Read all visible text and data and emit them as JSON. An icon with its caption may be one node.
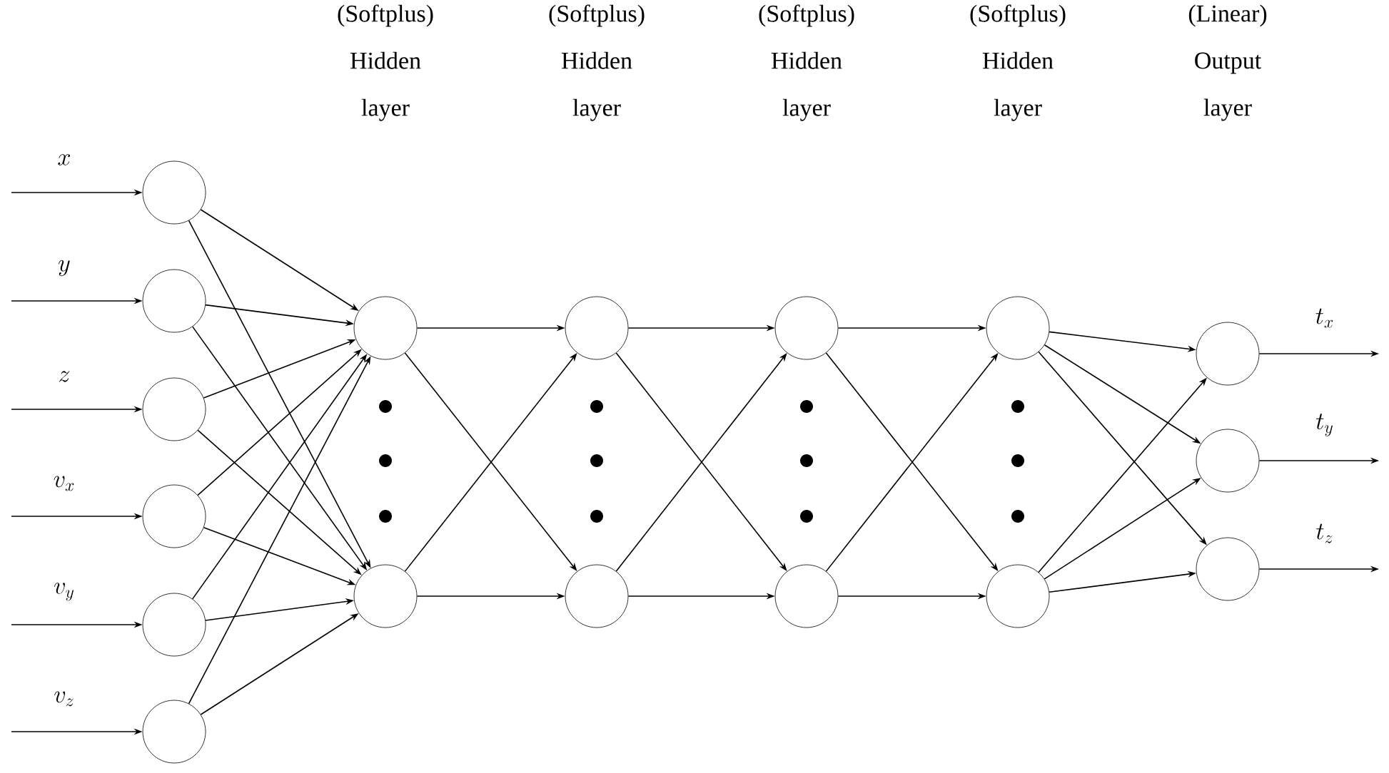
{
  "diagram": {
    "nodes": [
      {
        "text": [],
        "shape": "circle"
      },
      {
        "text": [],
        "shape": "circle"
      },
      {
        "text": [],
        "shape": "circle"
      },
      {
        "text": [],
        "shape": "circle"
      },
      {
        "text": [],
        "shape": "circle"
      },
      {
        "text": [],
        "shape": "circle"
      },
      {
        "text": [],
        "shape": "circle"
      },
      {
        "text": [],
        "shape": "circle"
      },
      {
        "text": [],
        "shape": "circle"
      },
      {
        "text": [],
        "shape": "circle"
      },
      {
        "text": [],
        "shape": "circle"
      },
      {
        "text": [],
        "shape": "circle"
      },
      {
        "text": [],
        "shape": "circle"
      },
      {
        "text": [],
        "shape": "circle"
      },
      {
        "text": [],
        "shape": "circle"
      },
      {
        "text": [],
        "shape": "circle"
      },
      {
        "text": [],
        "shape": "circle"
      }
    ],
    "edges": [
      {
        "from": null,
        "to": 0,
        "arrow": "to",
        "label": "x"
      },
      {
        "from": null,
        "to": 1,
        "arrow": "to",
        "label": "y"
      },
      {
        "from": null,
        "to": 2,
        "arrow": "to",
        "label": "z"
      },
      {
        "from": null,
        "to": 3,
        "arrow": "to",
        "label": "v_{x}"
      },
      {
        "from": null,
        "to": 4,
        "arrow": "to",
        "label": "v_{y}"
      },
      {
        "from": null,
        "to": 5,
        "arrow": "to",
        "label": "v_{z}"
      },
      {
        "from": 0,
        "to": 6,
        "arrow": "to"
      },
      {
        "from": 0,
        "to": 7,
        "arrow": "to"
      },
      {
        "from": 1,
        "to": 6,
        "arrow": "to"
      },
      {
        "from": 1,
        "to": 7,
        "arrow": "to"
      },
      {
        "from": 2,
        "to": 6,
        "arrow": "to"
      },
      {
        "from": 2,
        "to": 7,
        "arrow": "to"
      },
      {
        "from": 3,
        "to": 6,
        "arrow": "to"
      },
      {
        "from": 3,
        "to": 7,
        "arrow": "to"
      },
      {
        "from": 4,
        "to": 6,
        "arrow": "to"
      },
      {
        "from": 4,
        "to": 7,
        "arrow": "to"
      },
      {
        "from": 5,
        "to": 6,
        "arrow": "to"
      },
      {
        "from": 5,
        "to": 7,
        "arrow": "to"
      },
      {
        "from": 6,
        "to": 8,
        "arrow": "to"
      },
      {
        "from": 6,
        "to": 9,
        "arrow": "to"
      },
      {
        "from": 7,
        "to": 8,
        "arrow": "to"
      },
      {
        "from": 7,
        "to": 9,
        "arrow": "to"
      },
      {
        "from": 8,
        "to": 10,
        "arrow": "to"
      },
      {
        "from": 8,
        "to": 11,
        "arrow": "to"
      },
      {
        "from": 9,
        "to": 10,
        "arrow": "to"
      },
      {
        "from": 9,
        "to": 11,
        "arrow": "to"
      },
      {
        "from": 10,
        "to": 12,
        "arrow": "to"
      },
      {
        "from": 10,
        "to": 13,
        "arrow": "to"
      },
      {
        "from": 11,
        "to": 12,
        "arrow": "to"
      },
      {
        "from": 11,
        "to": 13,
        "arrow": "to"
      },
      {
        "from": 12,
        "to": 14,
        "arrow": "to"
      },
      {
        "from": 12,
        "to": 15,
        "arrow": "to"
      },
      {
        "from": 12,
        "to": 16,
        "arrow": "to"
      },
      {
        "from": 13,
        "to": 14,
        "arrow": "to"
      },
      {
        "from": 13,
        "to": 15,
        "arrow": "to"
      },
      {
        "from": 13,
        "to": 16,
        "arrow": "to"
      },
      {
        "from": 14,
        "to": null,
        "arrow": "to",
        "label": "t_{x}"
      },
      {
        "from": 15,
        "to": null,
        "arrow": "to",
        "label": "t_{y}"
      },
      {
        "from": 16,
        "to": null,
        "arrow": "to",
        "label": "t_{z}"
      }
    ],
    "labels": [
      "(Softplus) Hidden layer",
      "(Softplus) Hidden layer",
      "(Softplus) Hidden layer",
      "(Softplus) Hidden layer",
      "(Linear) Output layer"
    ]
  }
}
